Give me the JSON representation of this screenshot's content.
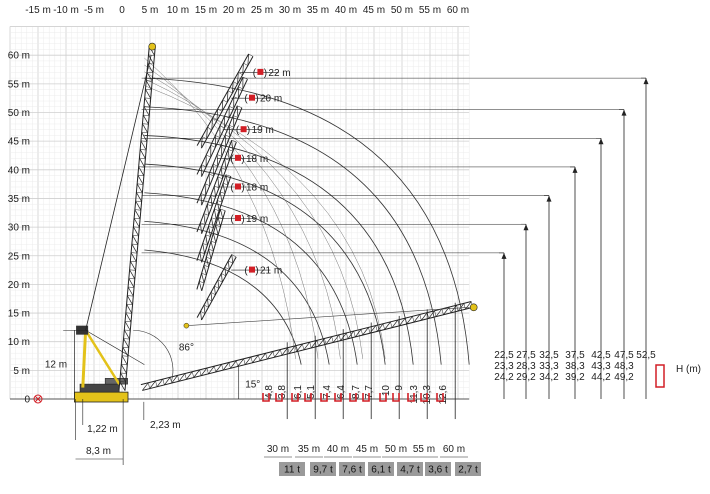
{
  "x_ticks": [
    "-15 m",
    "-10 m",
    "-5 m",
    "0",
    "5 m",
    "10 m",
    "15 m",
    "20 m",
    "25 m",
    "30 m",
    "35 m",
    "40 m",
    "45 m",
    "50 m",
    "55 m",
    "60 m"
  ],
  "y_ticks": [
    "60 m",
    "55 m",
    "50 m",
    "45 m",
    "40 m",
    "35 m",
    "30 m",
    "25 m",
    "20 m",
    "15 m",
    "10 m",
    "5 m",
    "0"
  ],
  "jib_lengths": [
    "22 m",
    "20 m",
    "19 m",
    "18 m",
    "18 m",
    "19 m",
    "21 m"
  ],
  "height_columns": [
    {
      "values": [
        "22,5",
        "23,3",
        "24,2"
      ]
    },
    {
      "values": [
        "27,5",
        "28,3",
        "29,2"
      ]
    },
    {
      "values": [
        "32,5",
        "33,3",
        "34,2"
      ]
    },
    {
      "values": [
        "37,5",
        "38,3",
        "39,2"
      ]
    },
    {
      "values": [
        "42,5",
        "43,3",
        "44,2"
      ]
    },
    {
      "values": [
        "47,5",
        "48,3",
        "49,2"
      ]
    },
    {
      "values": [
        "52,5"
      ]
    }
  ],
  "height_label": "H (m)",
  "radius_values": [
    "4,8",
    "3,8",
    "6,1",
    "5,1",
    "7,4",
    "6,4",
    "8,7",
    "7,7",
    "10",
    "9",
    "11,3",
    "10,3",
    "12,6"
  ],
  "boom_lengths": [
    "30 m",
    "35 m",
    "40 m",
    "45 m",
    "50 m",
    "55 m",
    "60 m"
  ],
  "loads": [
    "11 t",
    "9,7 t",
    "7,6 t",
    "6,1 t",
    "4,7 t",
    "3,6 t",
    "2,7 t"
  ],
  "dims": {
    "mast_height": "12 m",
    "tail_radius": "1,22 m",
    "pivot_offset": "2,23 m",
    "track_width": "8,3 m",
    "boom_angle": "86°",
    "jib_angle": "15°"
  },
  "colors": {
    "accent": "#d21f26",
    "crane": "#222222",
    "mast_yellow": "#e3c21a",
    "grid": "#d8d8d8"
  }
}
